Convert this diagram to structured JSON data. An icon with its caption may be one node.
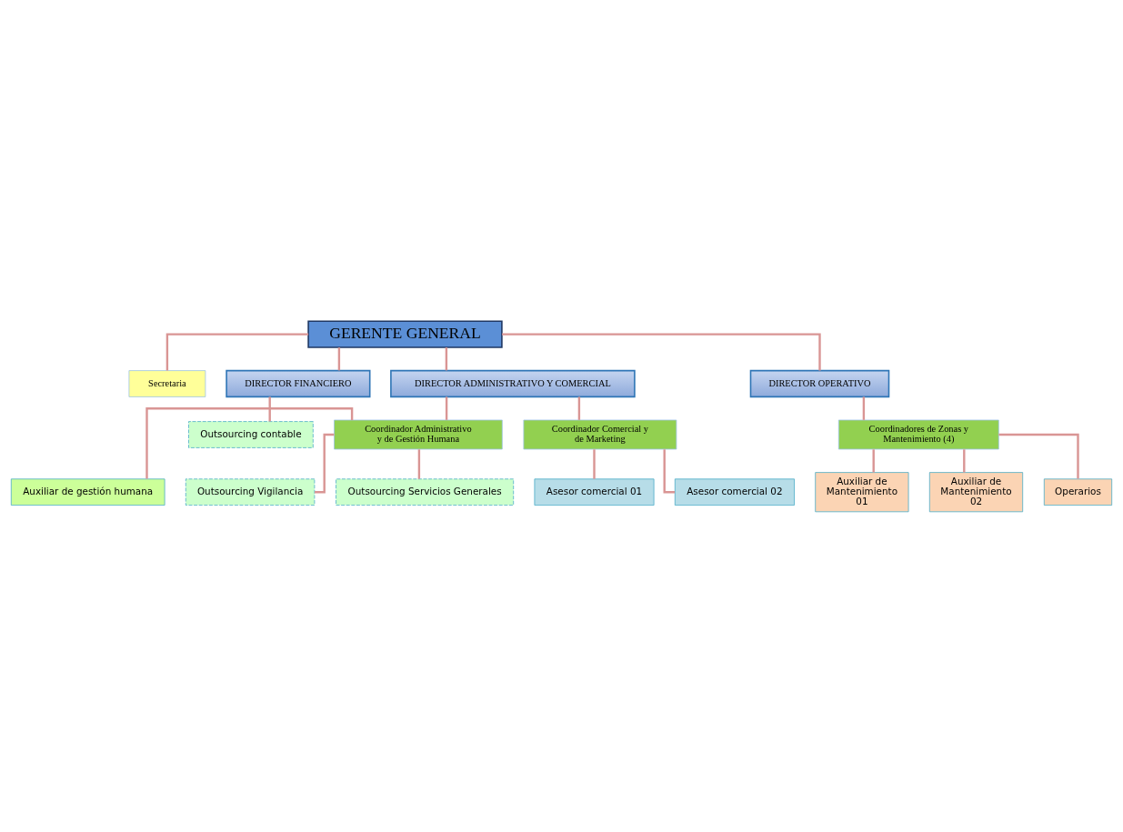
{
  "diagram": {
    "nodes": [
      {
        "text": [
          "GERENTE GENERAL"
        ]
      },
      {
        "text": [
          "Secretaria"
        ]
      },
      {
        "text": [
          "DIRECTOR FINANCIERO"
        ]
      },
      {
        "text": [
          "Outsourcing contable"
        ]
      },
      {
        "text": [
          "DIRECTOR ADMINISTRATIVO Y COMERCIAL"
        ]
      },
      {
        "text": [
          "DIRECTOR OPERATIVO"
        ]
      },
      {
        "text": [
          "Coordinador Administrativo y de Gestión Humana"
        ]
      },
      {
        "text": [
          "Coordinador Comercial y de Marketing"
        ]
      },
      {
        "text": [
          "Coordinadores de Zonas y Mantenimiento (4)"
        ]
      },
      {
        "text": [
          "Auxiliar de gestión humana"
        ]
      },
      {
        "text": [
          "Outsourcing Vigilancia"
        ]
      },
      {
        "text": [
          "Outsourcing Servicios Generales"
        ]
      },
      {
        "text": [
          "Asesor comercial 01"
        ]
      },
      {
        "text": [
          "Asesor comercial 02"
        ]
      },
      {
        "text": [
          "Auxiliar de Mantenimiento 01"
        ]
      },
      {
        "text": [
          "Auxiliar de Mantenimiento 02"
        ]
      },
      {
        "text": [
          "Operarios"
        ]
      }
    ],
    "edges": [
      {
        "from": 0,
        "to": 1,
        "arrow": "none"
      },
      {
        "from": 0,
        "to": 2,
        "arrow": "none"
      },
      {
        "from": 2,
        "to": 3,
        "arrow": "none"
      },
      {
        "from": 0,
        "to": 4,
        "arrow": "none"
      },
      {
        "from": 0,
        "to": 5,
        "arrow": "none"
      },
      {
        "from": 4,
        "to": 6,
        "arrow": "none"
      },
      {
        "from": 4,
        "to": 7,
        "arrow": "none"
      },
      {
        "from": 5,
        "to": 8,
        "arrow": "none"
      },
      {
        "from": 6,
        "to": 9,
        "arrow": "none"
      },
      {
        "from": 6,
        "to": 10,
        "arrow": "none"
      },
      {
        "from": 6,
        "to": 11,
        "arrow": "none"
      },
      {
        "from": 7,
        "to": 12,
        "arrow": "none"
      },
      {
        "from": 7,
        "to": 13,
        "arrow": "none"
      },
      {
        "from": 8,
        "to": 14,
        "arrow": "none"
      },
      {
        "from": 8,
        "to": 15,
        "arrow": "none"
      },
      {
        "from": 8,
        "to": 16,
        "arrow": "none"
      }
    ]
  }
}
